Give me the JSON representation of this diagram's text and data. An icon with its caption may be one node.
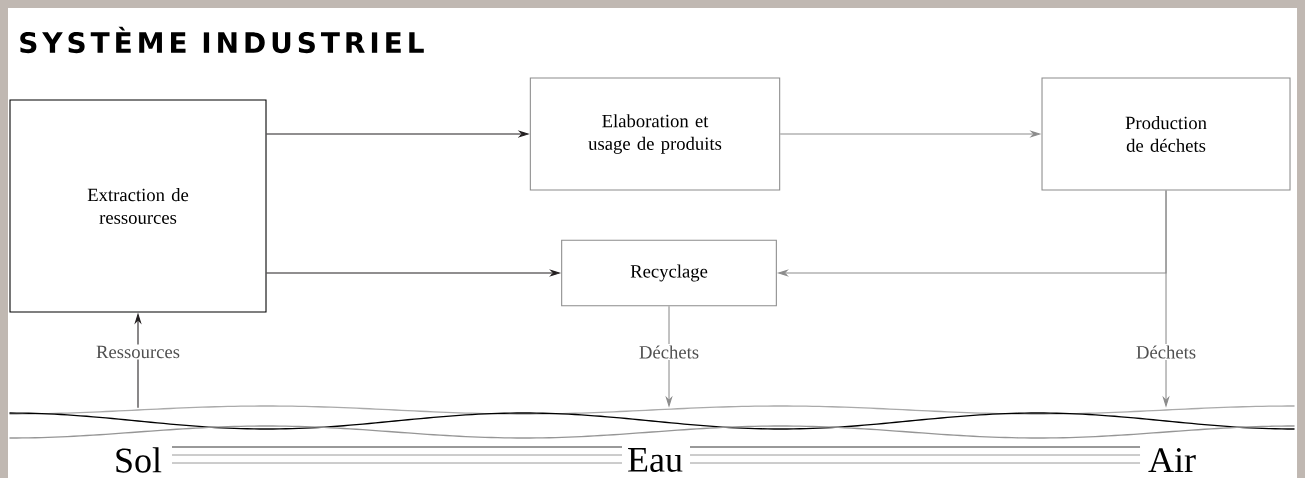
{
  "diagram": {
    "title": "SYSTÈME INDUSTRIEL",
    "nodes": [
      {
        "text": [
          "Extraction de ressources"
        ]
      },
      {
        "text": [
          "Elaboration et usage de produits"
        ]
      },
      {
        "text": [
          "Production de déchets"
        ]
      },
      {
        "text": [
          "Recyclage"
        ]
      },
      {
        "text": [],
        "shape": "band"
      }
    ],
    "edges": [
      {
        "from": 0,
        "to": 1,
        "arrow": "to",
        "color": "#231f20"
      },
      {
        "from": 1,
        "to": 2,
        "arrow": "to",
        "color": "#8c8c8c"
      },
      {
        "from": 0,
        "to": 3,
        "arrow": "to",
        "color": "#231f20"
      },
      {
        "from": 2,
        "to": 3,
        "arrow": "to",
        "color": "#8c8c8c"
      },
      {
        "from": 4,
        "to": 0,
        "arrow": "to",
        "label": "Ressources",
        "color": "#231f20"
      },
      {
        "from": 3,
        "to": 4,
        "arrow": "to",
        "label": "Déchets",
        "color": "#8c8c8c"
      },
      {
        "from": 2,
        "to": 4,
        "arrow": "to",
        "label": "Déchets",
        "color": "#8c8c8c"
      }
    ],
    "labels": [
      "Sol",
      "Eau",
      "Air"
    ]
  }
}
